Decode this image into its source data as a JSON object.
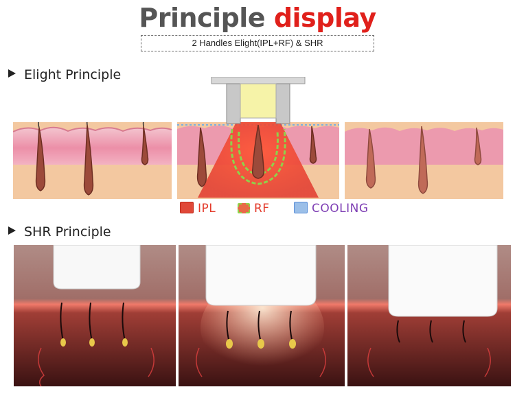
{
  "title": {
    "word1": "Principle",
    "word2": "display"
  },
  "subtitle": "2 Handles Elight(IPL+RF) & SHR",
  "sections": {
    "elight": "Elight Principle",
    "shr": "SHR Principle"
  },
  "legend": [
    {
      "label": "IPL"
    },
    {
      "label": "RF"
    },
    {
      "label": "COOLING"
    }
  ],
  "colors": {
    "title_gray": "#555555",
    "title_red": "#e0201b",
    "ipl": "#e04838",
    "rf_green": "#8fd24a",
    "cooling": "#5a8ed8"
  }
}
